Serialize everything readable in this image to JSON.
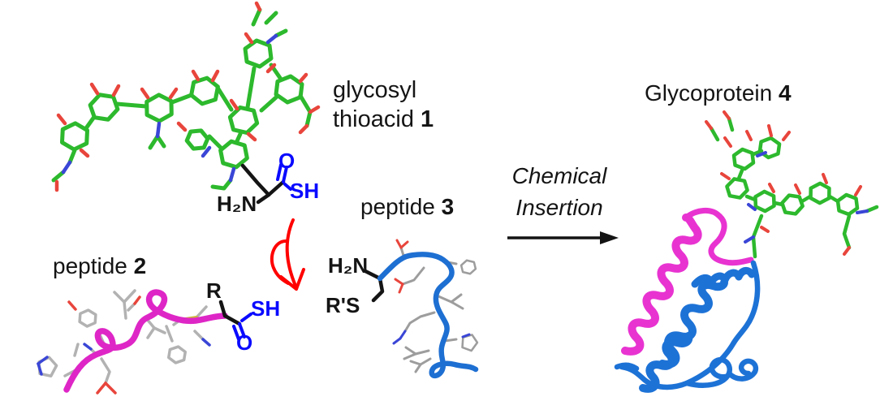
{
  "figure": {
    "labels": {
      "glycosyl": {
        "line1": "glycosyl",
        "line2": "thioacid",
        "number": "1"
      },
      "peptide2": {
        "word": "peptide",
        "number": "2"
      },
      "peptide3": {
        "word": "peptide",
        "number": "3"
      },
      "glycoprotein": {
        "word": "Glycoprotein",
        "number": "4"
      },
      "reaction": {
        "line1": "Chemical",
        "line2": "Insertion"
      }
    },
    "chem": {
      "amine1": "H₂N",
      "carbonylO1": "O",
      "thiol1": "SH",
      "rGroup": "R",
      "thiol2": "SH",
      "carbonylO2": "O",
      "amine2": "H₂N",
      "thioesterRS": "R'S"
    },
    "colors": {
      "glycanGreen": "#2db92d",
      "oxygenRed": "#e8453c",
      "nitrogenBlue": "#3a46d6",
      "sulfurYellow": "#ccb83d",
      "chemTextBlue": "#0a0aff",
      "peptide2Magenta": "#de26c6",
      "glycoproteinMagenta": "#e833d1",
      "peptide3Blue": "#1e6fd2",
      "glycoproteinBlue": "#1d72d6",
      "carbonGray": "#b2b2b2",
      "arrowRed": "#ff0000",
      "ink": "#141414",
      "background": "#ffffff"
    }
  }
}
